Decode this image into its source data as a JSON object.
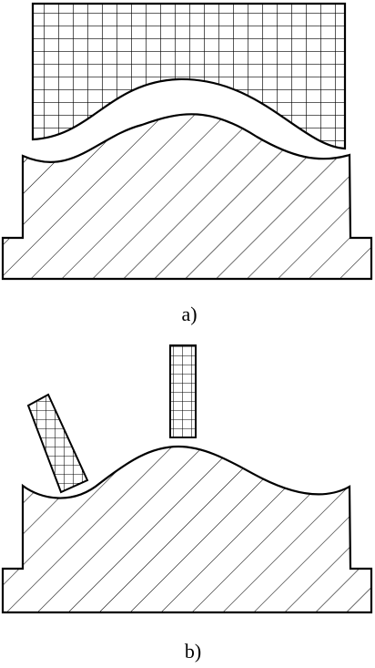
{
  "figure": {
    "panels": [
      {
        "id": "a",
        "caption": "a)"
      },
      {
        "id": "b",
        "caption": "b)"
      }
    ],
    "colors": {
      "stroke": "#000000",
      "fill": "#ffffff",
      "background": "#ffffff"
    }
  }
}
